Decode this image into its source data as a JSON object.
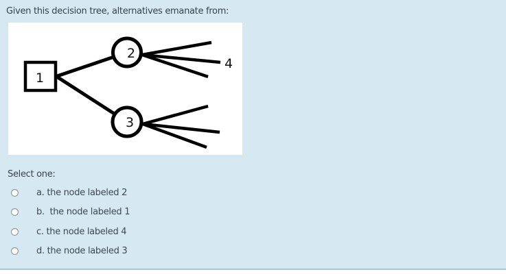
{
  "colors": {
    "page_background": "#d6e9f2",
    "panel_border": "#a9c6d3",
    "text": "#37424c",
    "diagram_background": "#ffffff",
    "diagram_stroke": "#000000"
  },
  "question": {
    "text": "Given this decision tree, alternatives emanate from:",
    "select_prompt": "Select one:"
  },
  "diagram": {
    "type": "decision-tree",
    "nodes": [
      {
        "id": "1",
        "shape": "square",
        "label": "1"
      },
      {
        "id": "2",
        "shape": "circle",
        "label": "2"
      },
      {
        "id": "3",
        "shape": "circle",
        "label": "3"
      }
    ],
    "branch_label": "4",
    "structure": "square 1 connects to circles 2 and 3; each circle fans into three branches; label 4 marks the branches of circle 2"
  },
  "options": [
    {
      "key": "a",
      "label": "a. the node labeled 2",
      "selected": false
    },
    {
      "key": "b",
      "label": "b.  the node labeled 1",
      "selected": false
    },
    {
      "key": "c",
      "label": "c. the node labeled 4",
      "selected": false
    },
    {
      "key": "d",
      "label": "d. the node labeled 3",
      "selected": false
    }
  ]
}
